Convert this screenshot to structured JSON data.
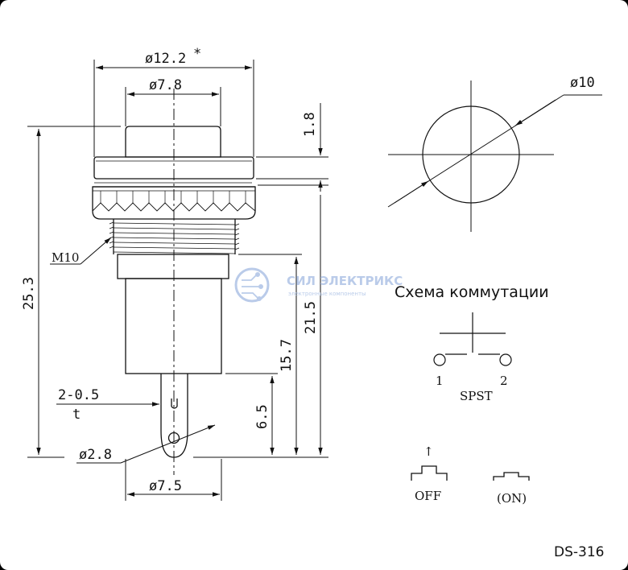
{
  "dimensions": {
    "flange_dia": "ø12.2",
    "flange_mark": "*",
    "button_dia": "ø7.8",
    "cap_height": "1.8",
    "thread": "M10",
    "total_height": "25.3",
    "body_height": "21.5",
    "inner_height": "15.7",
    "terminal_height": "6.5",
    "terminal_thickness_top": "2-0.5",
    "terminal_thickness_bottom": "t",
    "hole_dia": "ø2.8",
    "body_dia": "ø7.5",
    "panel_hole_dia": "ø10"
  },
  "schematic": {
    "title": "Схема коммутации",
    "pin1": "1",
    "pin2": "2",
    "type": "SPST",
    "state_off": "OFF",
    "state_on": "(ON)",
    "press_arrow": "↑"
  },
  "watermark": {
    "name": "СИЛ ЭЛЕКТРИКС",
    "tagline": "электронные компоненты"
  },
  "model": "DS-316"
}
